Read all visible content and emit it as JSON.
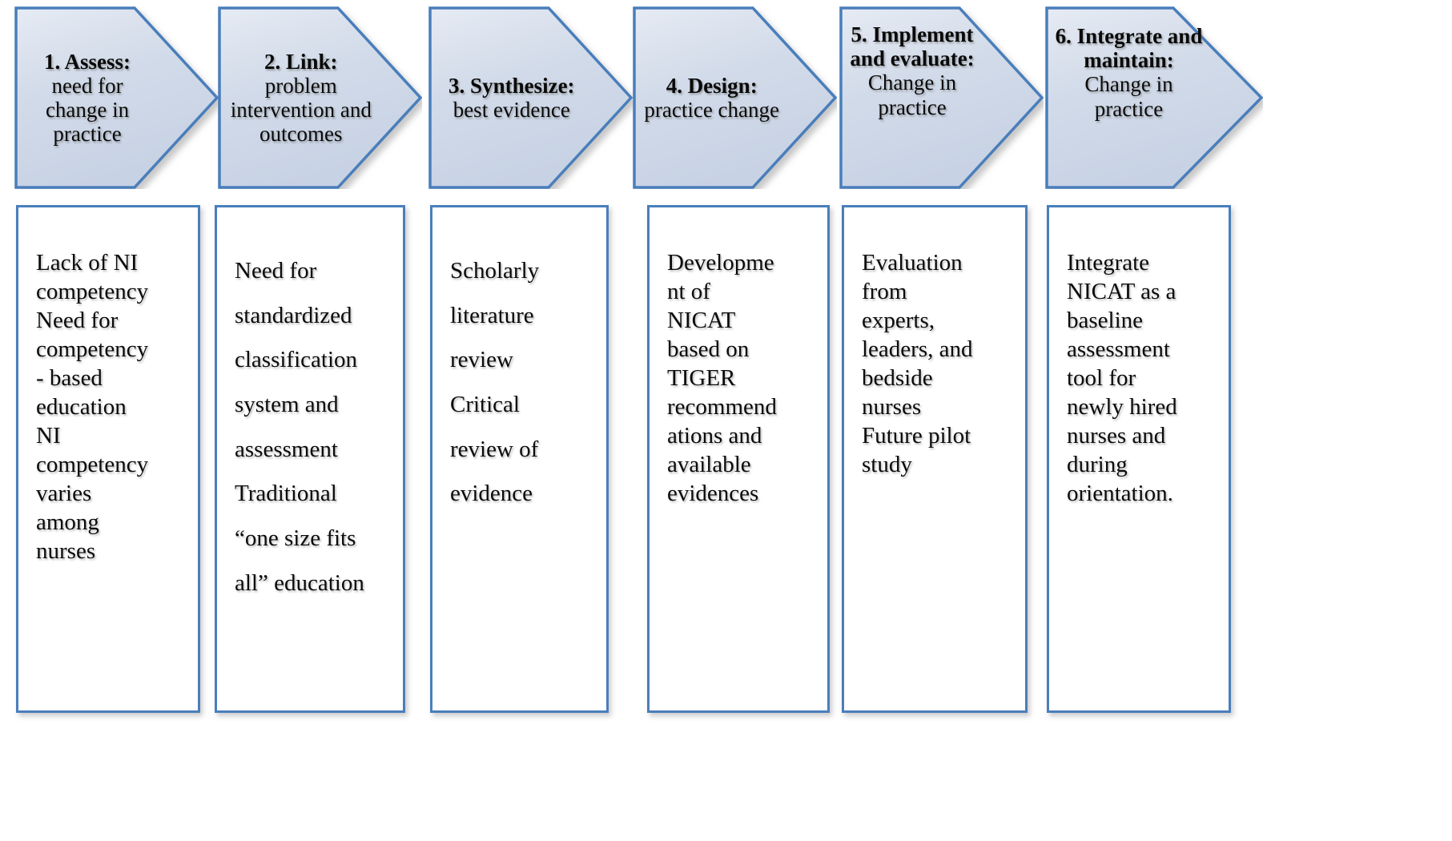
{
  "diagram": {
    "title": "Evidence-based practice process model for NICAT implementation",
    "type": "process-flow-chevrons-with-detail-boxes",
    "colors": {
      "chevron_fill": "#ccd6e7",
      "chevron_fill_light": "#dfe5f0",
      "border": "#4a7ebb",
      "box_fill": "#ffffff",
      "text": "#0a0a0a",
      "page_background": "#ffffff"
    },
    "steps": [
      {
        "number": "1.",
        "heading": "1. Assess:",
        "body": "need for\nchange in\npractice",
        "details": "Lack of NI\ncompetency\nNeed for\ncompetency\n- based\neducation\nNI\ncompetency\nvaries\namong\nnurses",
        "details_spacing": "tight"
      },
      {
        "number": "2.",
        "heading": "2. Link:",
        "body": "problem\nintervention\nand outcomes",
        "details": "Need for\nstandardized\nclassification\nsystem and\nassessment\nTraditional\n“one size fits\nall” education",
        "details_spacing": "loose"
      },
      {
        "number": "3.",
        "heading": "3.\nSynthesize:",
        "body": "best evidence",
        "details": "Scholarly\nliterature\nreview\nCritical\nreview of\nevidence",
        "details_spacing": "loose"
      },
      {
        "number": "4.",
        "heading": "4. Design:",
        "body": "practice\nchange",
        "details": "Developme\nnt of\nNICAT\nbased on\nTIGER\nrecommend\nations and\navailable\nevidences",
        "details_spacing": "tight"
      },
      {
        "number": "5.",
        "heading": "5.\nImplement\nand\nevaluate:",
        "body": "Change in\npractice",
        "details": "Evaluation\nfrom\nexperts,\nleaders, and\nbedside\nnurses\nFuture pilot\nstudy",
        "details_spacing": "tight"
      },
      {
        "number": "6.",
        "heading": "6. Integrate\nand\nmaintain:",
        "body": "Change in\npractice",
        "details": "Integrate\nNICAT as a\nbaseline\nassessment\ntool for\nnewly hired\nnurses and\nduring\norientation.",
        "details_spacing": "tight"
      }
    ]
  }
}
